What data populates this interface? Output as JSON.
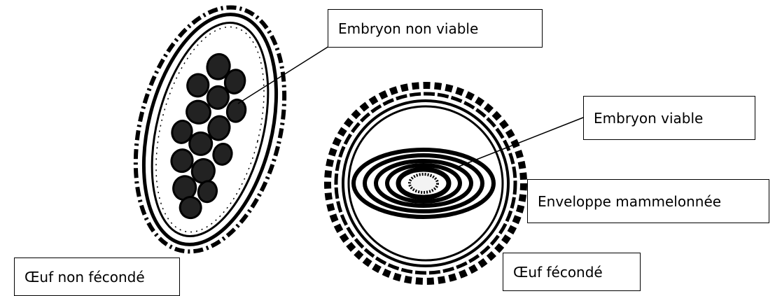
{
  "labels": {
    "embryon_non_viable": "Embryon non viable",
    "embryon_viable": "Embryon viable",
    "enveloppe": "Enveloppe mammelonnée",
    "oeuf_non_feconde": "Œuf non fécondé",
    "oeuf_feconde": "Œuf fécondé"
  },
  "colors": {
    "ink": "#000000",
    "background": "#ffffff"
  }
}
